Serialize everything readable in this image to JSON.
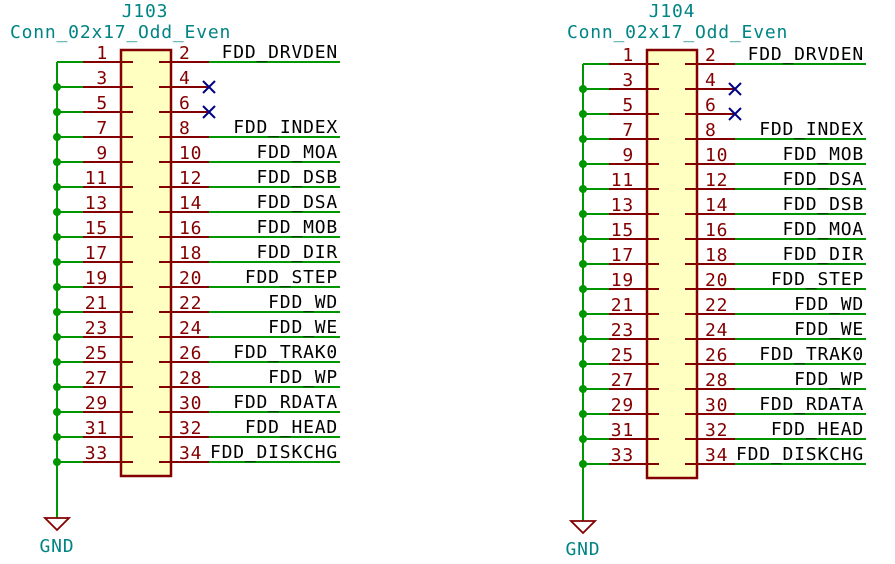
{
  "colors": {
    "wire": "#009600",
    "body_stroke": "#840000",
    "body_fill": "#ffffc2",
    "ref_text": "#008484",
    "no_connect": "#000084"
  },
  "connectors": [
    {
      "reference": "J103",
      "value": "Conn_02x17_Odd_Even",
      "ground_label": "GND",
      "odd_pins": [
        "1",
        "3",
        "5",
        "7",
        "9",
        "11",
        "13",
        "15",
        "17",
        "19",
        "21",
        "23",
        "25",
        "27",
        "29",
        "31",
        "33"
      ],
      "even_pins": [
        "2",
        "4",
        "6",
        "8",
        "10",
        "12",
        "14",
        "16",
        "18",
        "20",
        "22",
        "24",
        "26",
        "28",
        "30",
        "32",
        "34"
      ],
      "even_nets": [
        "FDD_DRVDEN",
        "",
        "",
        "FDD_INDEX",
        "FDD_MOA",
        "FDD_DSB",
        "FDD_DSA",
        "FDD_MOB",
        "FDD_DIR",
        "FDD_STEP",
        "FDD_WD",
        "FDD_WE",
        "FDD_TRAK0",
        "FDD_WP",
        "FDD_RDATA",
        "FDD_HEAD",
        "FDD_DISKCHG"
      ]
    },
    {
      "reference": "J104",
      "value": "Conn_02x17_Odd_Even",
      "ground_label": "GND",
      "odd_pins": [
        "1",
        "3",
        "5",
        "7",
        "9",
        "11",
        "13",
        "15",
        "17",
        "19",
        "21",
        "23",
        "25",
        "27",
        "29",
        "31",
        "33"
      ],
      "even_pins": [
        "2",
        "4",
        "6",
        "8",
        "10",
        "12",
        "14",
        "16",
        "18",
        "20",
        "22",
        "24",
        "26",
        "28",
        "30",
        "32",
        "34"
      ],
      "even_nets": [
        "FDD_DRVDEN",
        "",
        "",
        "FDD_INDEX",
        "FDD_MOB",
        "FDD_DSA",
        "FDD_DSB",
        "FDD_MOA",
        "FDD_DIR",
        "FDD_STEP",
        "FDD_WD",
        "FDD_WE",
        "FDD_TRAK0",
        "FDD_WP",
        "FDD_RDATA",
        "FDD_HEAD",
        "FDD_DISKCHG"
      ]
    }
  ]
}
